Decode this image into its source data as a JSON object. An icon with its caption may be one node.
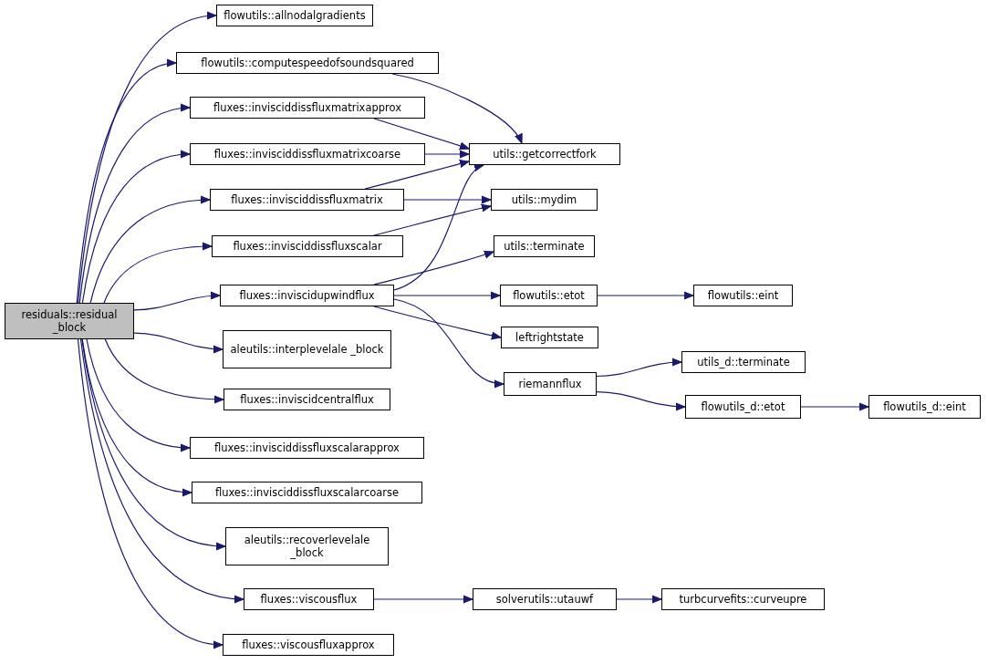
{
  "diagram": {
    "nodes": [
      {
        "text": [
          "residuals::residual _block"
        ]
      },
      {
        "text": [
          "flowutils::allnodalgradients"
        ]
      },
      {
        "text": [
          "flowutils::computespeedofsoundsquared"
        ]
      },
      {
        "text": [
          "fluxes::invisciddissfluxmatrixapprox"
        ]
      },
      {
        "text": [
          "fluxes::invisciddissfluxmatrixcoarse"
        ]
      },
      {
        "text": [
          "fluxes::invisciddissfluxmatrix"
        ]
      },
      {
        "text": [
          "fluxes::invisciddissfluxscalar"
        ]
      },
      {
        "text": [
          "fluxes::inviscidupwindflux"
        ]
      },
      {
        "text": [
          "aleutils::interplevelale _block"
        ]
      },
      {
        "text": [
          "fluxes::inviscidcentralflux"
        ]
      },
      {
        "text": [
          "fluxes::invisciddissfluxscalarapprox"
        ]
      },
      {
        "text": [
          "fluxes::invisciddissfluxscalarcoarse"
        ]
      },
      {
        "text": [
          "aleutils::recoverlevelale _block"
        ]
      },
      {
        "text": [
          "fluxes::viscousflux"
        ]
      },
      {
        "text": [
          "fluxes::viscousfluxapprox"
        ]
      },
      {
        "text": [
          "utils::getcorrectfork"
        ]
      },
      {
        "text": [
          "utils::mydim"
        ]
      },
      {
        "text": [
          "utils::terminate"
        ]
      },
      {
        "text": [
          "flowutils::etot"
        ]
      },
      {
        "text": [
          "leftrightstate"
        ]
      },
      {
        "text": [
          "riemannflux"
        ]
      },
      {
        "text": [
          "flowutils::eint"
        ]
      },
      {
        "text": [
          "utils_d::terminate"
        ]
      },
      {
        "text": [
          "flowutils_d::etot"
        ]
      },
      {
        "text": [
          "flowutils_d::eint"
        ]
      },
      {
        "text": [
          "solverutils::utauwf"
        ]
      },
      {
        "text": [
          "turbcurvefits::curveupre"
        ]
      }
    ],
    "edges": [
      {
        "from": 0,
        "to": 1,
        "arrow": "to"
      },
      {
        "from": 0,
        "to": 2,
        "arrow": "to"
      },
      {
        "from": 0,
        "to": 3,
        "arrow": "to"
      },
      {
        "from": 0,
        "to": 4,
        "arrow": "to"
      },
      {
        "from": 0,
        "to": 5,
        "arrow": "to"
      },
      {
        "from": 0,
        "to": 6,
        "arrow": "to"
      },
      {
        "from": 0,
        "to": 7,
        "arrow": "to"
      },
      {
        "from": 0,
        "to": 8,
        "arrow": "to"
      },
      {
        "from": 0,
        "to": 9,
        "arrow": "to"
      },
      {
        "from": 0,
        "to": 10,
        "arrow": "to"
      },
      {
        "from": 0,
        "to": 11,
        "arrow": "to"
      },
      {
        "from": 0,
        "to": 12,
        "arrow": "to"
      },
      {
        "from": 0,
        "to": 13,
        "arrow": "to"
      },
      {
        "from": 0,
        "to": 14,
        "arrow": "to"
      },
      {
        "from": 2,
        "to": 15,
        "arrow": "to"
      },
      {
        "from": 3,
        "to": 15,
        "arrow": "to"
      },
      {
        "from": 4,
        "to": 15,
        "arrow": "to"
      },
      {
        "from": 5,
        "to": 15,
        "arrow": "to"
      },
      {
        "from": 5,
        "to": 16,
        "arrow": "to"
      },
      {
        "from": 6,
        "to": 16,
        "arrow": "to"
      },
      {
        "from": 7,
        "to": 15,
        "arrow": "to"
      },
      {
        "from": 7,
        "to": 17,
        "arrow": "to"
      },
      {
        "from": 7,
        "to": 18,
        "arrow": "to"
      },
      {
        "from": 7,
        "to": 19,
        "arrow": "to"
      },
      {
        "from": 7,
        "to": 20,
        "arrow": "to"
      },
      {
        "from": 18,
        "to": 21,
        "arrow": "to"
      },
      {
        "from": 20,
        "to": 22,
        "arrow": "to"
      },
      {
        "from": 20,
        "to": 23,
        "arrow": "to"
      },
      {
        "from": 23,
        "to": 24,
        "arrow": "to"
      },
      {
        "from": 13,
        "to": 25,
        "arrow": "to"
      },
      {
        "from": 25,
        "to": 26,
        "arrow": "to"
      }
    ]
  }
}
